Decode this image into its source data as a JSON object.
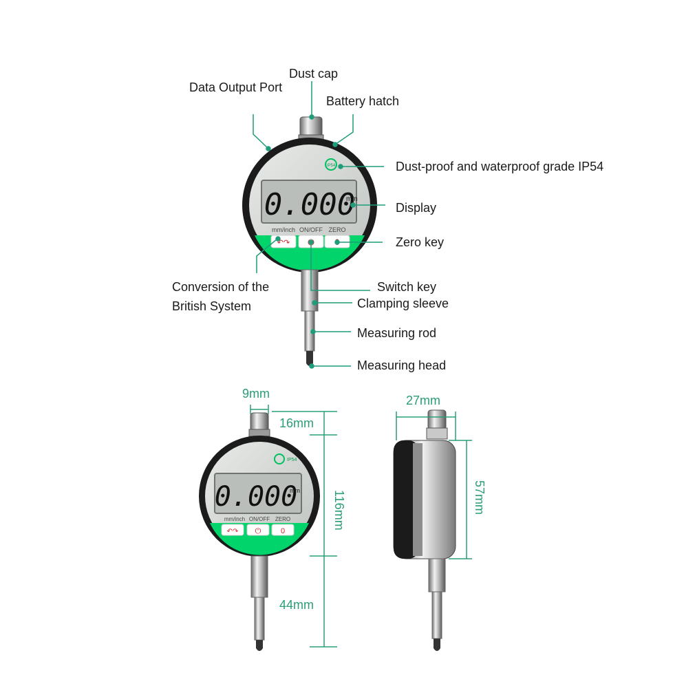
{
  "labels": {
    "dust_cap": "Dust cap",
    "data_output_port": "Data Output Port",
    "battery_hatch": "Battery hatch",
    "ip_grade": "Dust-proof and waterproof grade IP54",
    "display": "Display",
    "zero_key": "Zero key",
    "conversion_line1": "Conversion of the",
    "conversion_line2": "British System",
    "switch_key": "Switch key",
    "clamping_sleeve": "Clamping sleeve",
    "measuring_rod": "Measuring rod",
    "measuring_head": "Measuring head"
  },
  "gauge": {
    "reading": "0.000",
    "unit": "mm",
    "key_mm_inch": "mm/inch",
    "key_on_off": "ON/OFF",
    "key_zero": "ZERO",
    "ip_badge": "IP54",
    "zero_glyph": "0",
    "power_glyph": "⏻",
    "convert_glyph": "↶↷"
  },
  "dimensions": {
    "cap_width": "9mm",
    "cap_height": "16mm",
    "total_height": "116mm",
    "stem_length": "44mm",
    "depth": "27mm",
    "dial_diameter": "57mm"
  },
  "colors": {
    "accent_green": "#00d46a",
    "leader_teal": "#1f9c7a",
    "bezel": "#1b1b1b",
    "lcd": "#b9beba"
  }
}
